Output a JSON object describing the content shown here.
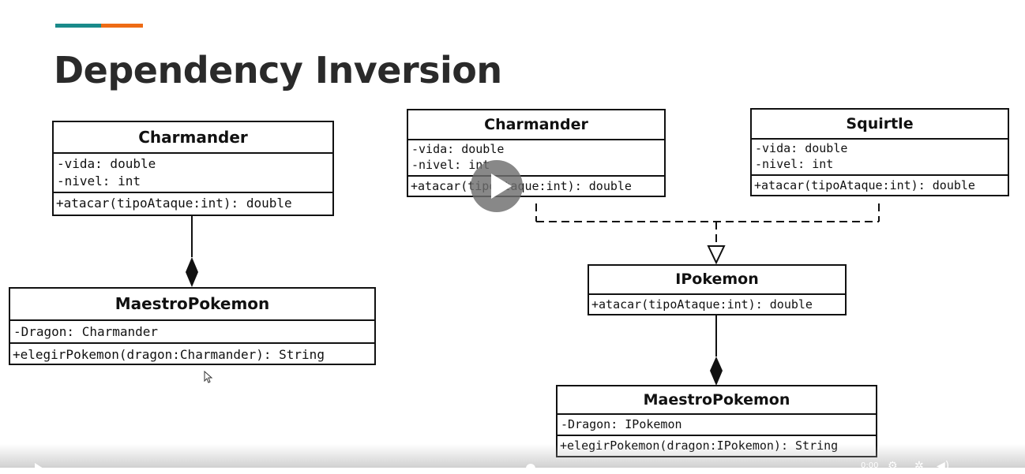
{
  "slide": {
    "title": "Dependency Inversion",
    "accent_colors": {
      "teal": "#1a8a8a",
      "orange": "#ee6b15"
    },
    "title_color": "#2a2a2a"
  },
  "left_diagram": {
    "charmander": {
      "name": "Charmander",
      "attributes": [
        "-vida: double",
        "-nivel: int"
      ],
      "operations": [
        "+atacar(tipoAtaque:int): double"
      ]
    },
    "maestro": {
      "name": "MaestroPokemon",
      "attributes": [
        "-Dragon: Charmander"
      ],
      "operations": [
        "+elegirPokemon(dragon:Charmander): String"
      ]
    }
  },
  "right_diagram": {
    "charmander": {
      "name": "Charmander",
      "attributes": [
        "-vida: double",
        "-nivel: int"
      ],
      "operations": [
        "+atacar(tipoAtaque:int): double"
      ]
    },
    "squirtle": {
      "name": "Squirtle",
      "attributes": [
        "-vida: double",
        "-nivel: int"
      ],
      "operations": [
        "+atacar(tipoAtaque:int): double"
      ]
    },
    "ipokemon": {
      "name": "IPokemon",
      "operations": [
        "+atacar(tipoAtaque:int): double"
      ]
    },
    "maestro": {
      "name": "MaestroPokemon",
      "attributes": [
        "-Dragon: IPokemon"
      ],
      "operations": [
        "+elegirPokemon(dragon:IPokemon): String"
      ]
    }
  },
  "video_player": {
    "play_overlay_icon": "play-icon",
    "controls": {
      "play_icon": "play-icon",
      "time": "0:00",
      "settings_icon": "gear-icon",
      "expand_icon": "expand-icon",
      "volume_icon": "volume-icon"
    }
  }
}
